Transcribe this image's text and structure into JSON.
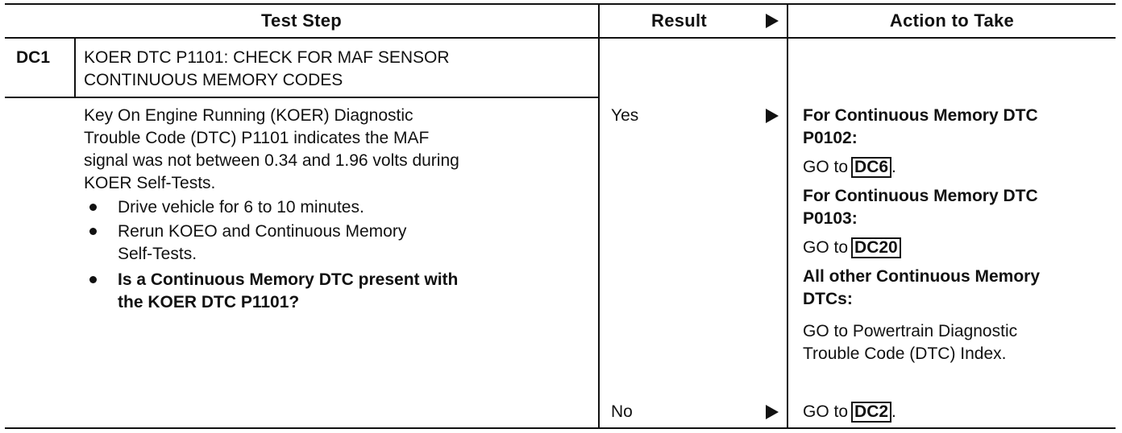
{
  "table": {
    "headers": {
      "test_step": "Test Step",
      "result": "Result",
      "action": "Action to Take"
    },
    "step": {
      "id": "DC1",
      "title_line1": "KOER DTC P1101: CHECK FOR MAF SENSOR",
      "title_line2": "CONTINUOUS MEMORY CODES",
      "desc_line1": "Key On Engine Running (KOER) Diagnostic",
      "desc_line2": "Trouble Code (DTC) P1101 indicates the MAF",
      "desc_line3": "signal was not between 0.34 and 1.96 volts during",
      "desc_line4": "KOER Self-Tests.",
      "bullet1": "Drive vehicle for 6 to 10 minutes.",
      "bullet2_line1": "Rerun KOEO and Continuous Memory",
      "bullet2_line2": "Self-Tests.",
      "bullet3_line1": "Is a Continuous Memory DTC present with",
      "bullet3_line2": "the KOER DTC P1101?"
    },
    "results": {
      "yes": "Yes",
      "no": "No"
    },
    "actions": {
      "yes": {
        "a1_line1": "For Continuous Memory DTC",
        "a1_line2": "P0102:",
        "goto_prefix": "GO to",
        "a1_target": "DC6",
        "a1_suffix": ".",
        "a2_line1": "For Continuous Memory DTC",
        "a2_line2": "P0103:",
        "a2_target": "DC20",
        "a3_line1": "All other Continuous Memory",
        "a3_line2": "DTCs:",
        "a3_go_line1": "GO to Powertrain Diagnostic",
        "a3_go_line2": "Trouble Code (DTC) Index."
      },
      "no": {
        "goto_prefix": "GO to",
        "target": "DC2",
        "suffix": "."
      }
    }
  }
}
